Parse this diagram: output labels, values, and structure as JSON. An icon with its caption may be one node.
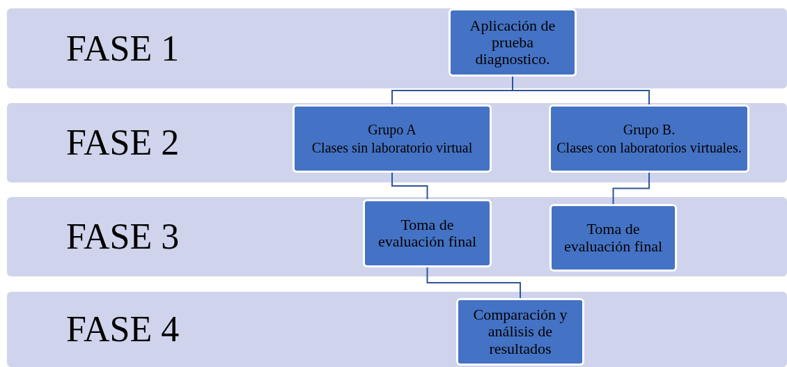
{
  "diagram": {
    "nodes": [
      {
        "text": [
          "FASE 1"
        ]
      },
      {
        "text": [
          "FASE 2"
        ]
      },
      {
        "text": [
          "FASE 3"
        ]
      },
      {
        "text": [
          "FASE 4"
        ]
      },
      {
        "text": [
          "Aplicación de prueba diagnostico."
        ],
        "in": 0
      },
      {
        "text": [
          "Grupo A",
          "Clases sin laboratorio virtual"
        ],
        "in": 1
      },
      {
        "text": [
          "Grupo B.",
          "Clases con laboratorios virtuales."
        ],
        "in": 1
      },
      {
        "text": [
          "Toma de evaluación final"
        ],
        "in": 2
      },
      {
        "text": [
          "Toma de evaluación final"
        ],
        "in": 2
      },
      {
        "text": [
          "Comparación y análisis de resultados"
        ],
        "in": 3
      }
    ],
    "edges": [
      {
        "from": 4,
        "to": 5,
        "arrow": "none"
      },
      {
        "from": 4,
        "to": 6,
        "arrow": "none"
      },
      {
        "from": 5,
        "to": 7,
        "arrow": "none"
      },
      {
        "from": 6,
        "to": 8,
        "arrow": "none"
      },
      {
        "from": 7,
        "to": 9,
        "arrow": "none"
      }
    ]
  }
}
